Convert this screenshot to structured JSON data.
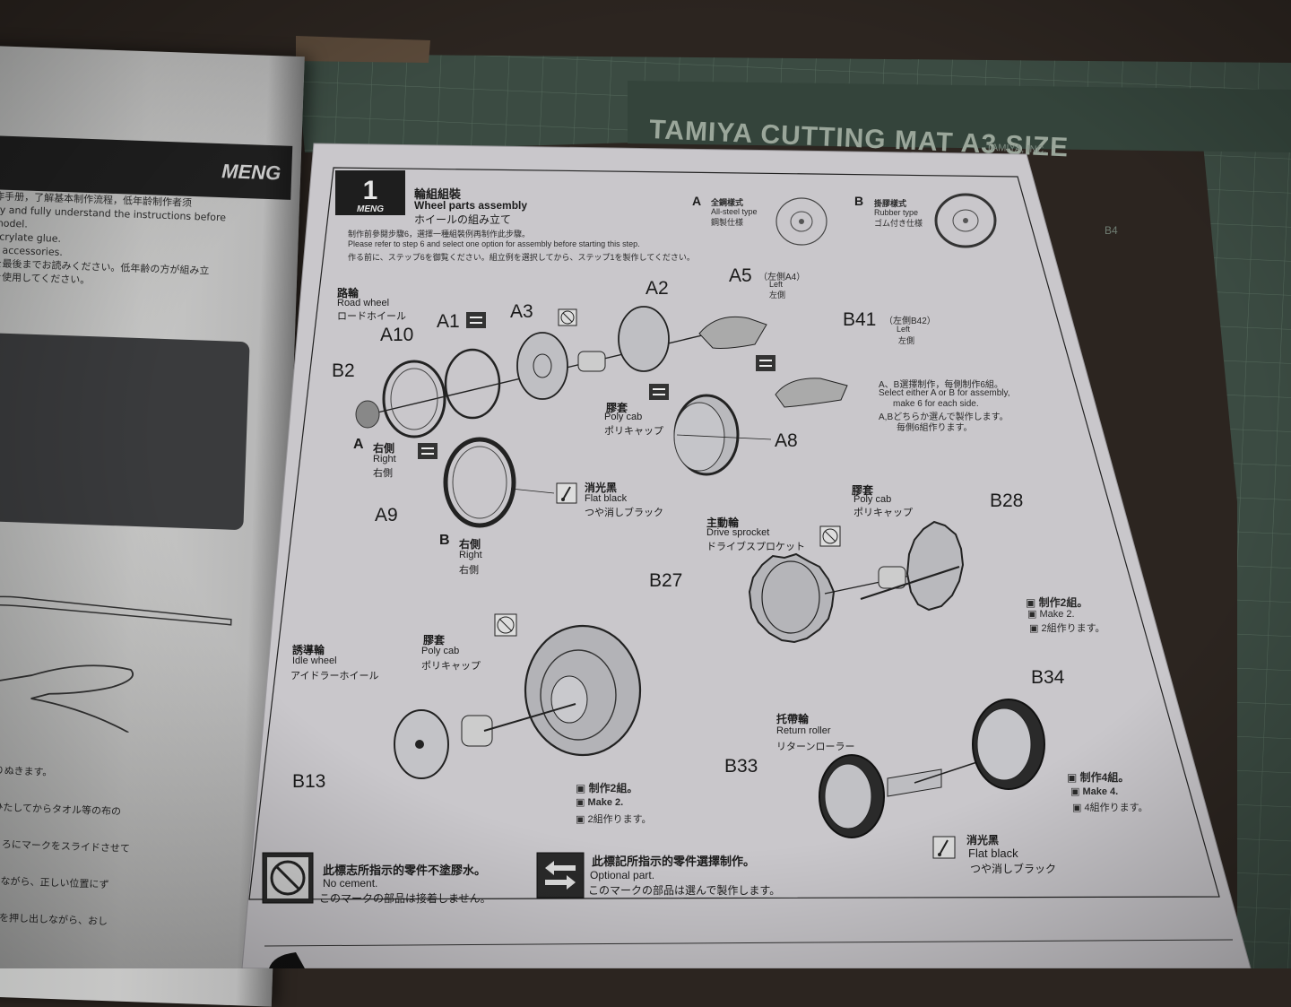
{
  "mat": {
    "title": "TAMIYA",
    "title2": "CUTTING MAT  A3 SIZE",
    "sub": "TAMIYA, INC.",
    "tag": "B4"
  },
  "left_page": {
    "logo": "MENG",
    "lines": [
      "作手册，了解基本制作流程，低年龄制作者须",
      "lly and fully understand the instructions before",
      "model.",
      "acrylate glue.",
      "d accessories.",
      "を最後までお読みください。低年齢の方が組み立",
      "を使用してください。"
    ],
    "bottom_lines": [
      "で切りぬきます。",
      "ほどひたしてからタオル等の布の",
      "るところにマークをスライドさせて",
      "ぬらしながら、正しい位置にず",
      "の気泡を押し出しながら、おし"
    ]
  },
  "step": {
    "number": "1",
    "brand": "MENG",
    "title_cn": "輪組組裝",
    "title_en": "Wheel parts assembly",
    "title_jp": "ホイールの組み立て",
    "note_cn": "制作前參閱步驟6，選擇一種組裝例再制作此步驟。",
    "note_en": "Please refer to step 6 and select one option for assembly before starting this step.",
    "note_jp": "作る前に、ステップ6を御覧ください。組立例を選択してから、ステップ1を製作してください。"
  },
  "options": {
    "a_letter": "A",
    "a_cn": "全鋼樣式",
    "a_en": "All-steel type",
    "a_jp": "鋼製仕様",
    "b_letter": "B",
    "b_cn": "掛膠樣式",
    "b_en": "Rubber type",
    "b_jp": "ゴム付き仕様"
  },
  "road_wheel": {
    "cn": "路輪",
    "en": "Road wheel",
    "jp": "ロードホイール"
  },
  "parts": {
    "a10": "A10",
    "a1": "A1",
    "a3": "A3",
    "a2": "A2",
    "a5": "A5",
    "a5_alt": "（左側A4）",
    "a5_en": "Left",
    "a5_jp": "左側",
    "b41": "B41",
    "b41_alt": "（左側B42）",
    "b41_en": "Left",
    "b41_jp": "左側",
    "b2": "B2",
    "a8": "A8",
    "a9": "A9",
    "b28": "B28",
    "b27": "B27",
    "b13": "B13",
    "b34": "B34",
    "b33": "B33"
  },
  "right_a": {
    "letter": "A",
    "cn": "右側",
    "en": "Right",
    "jp": "右側"
  },
  "right_b": {
    "letter": "B",
    "cn": "右側",
    "en": "Right",
    "jp": "右側"
  },
  "poly_cab_1": {
    "cn": "膠套",
    "en": "Poly cab",
    "jp": "ポリキャップ"
  },
  "poly_cab_2": {
    "cn": "膠套",
    "en": "Poly cab",
    "jp": "ポリキャップ"
  },
  "poly_cab_3": {
    "cn": "膠套",
    "en": "Poly cab",
    "jp": "ポリキャップ"
  },
  "flat_black_1": {
    "cn": "消光黑",
    "en": "Flat black",
    "jp": "つや消しブラック"
  },
  "flat_black_2": {
    "cn": "消光黑",
    "en": "Flat black",
    "jp": "つや消しブラック"
  },
  "select_note": {
    "cn": "A、B選擇制作，每側制作6組。",
    "en1": "Select either A or B for assembly,",
    "en2": "make 6 for each side.",
    "jp1": "A,Bどちらか選んで製作します。",
    "jp2": "毎側6組作ります。"
  },
  "drive_sprocket": {
    "cn": "主動輪",
    "en": "Drive sprocket",
    "jp": "ドライブスプロケット"
  },
  "make2_a": {
    "cn": "制作2組。",
    "en": "Make 2.",
    "jp": "2組作ります。"
  },
  "idle_wheel": {
    "cn": "誘導輪",
    "en": "Idle wheel",
    "jp": "アイドラーホイール"
  },
  "make2_b": {
    "cn": "制作2組。",
    "en": "Make 2.",
    "jp": "2組作ります。"
  },
  "return_roller": {
    "cn": "托帶輪",
    "en": "Return roller",
    "jp": "リターンローラー"
  },
  "make4": {
    "cn": "制作4組。",
    "en": "Make 4.",
    "jp": "4組作ります。"
  },
  "legend": {
    "nocement_cn": "此標志所指示的零件不塗膠水。",
    "nocement_en": "No cement.",
    "nocement_jp": "このマークの部品は接着しません。",
    "optional_cn": "此標記所指示的零件選擇制作。",
    "optional_en": "Optional part.",
    "optional_jp": "このマークの部品は選んで製作します。"
  },
  "colors": {
    "background": "#2c2520",
    "mat": "#3a4a40",
    "paper": "#c9c7cb",
    "ink": "#1b1b1b"
  }
}
